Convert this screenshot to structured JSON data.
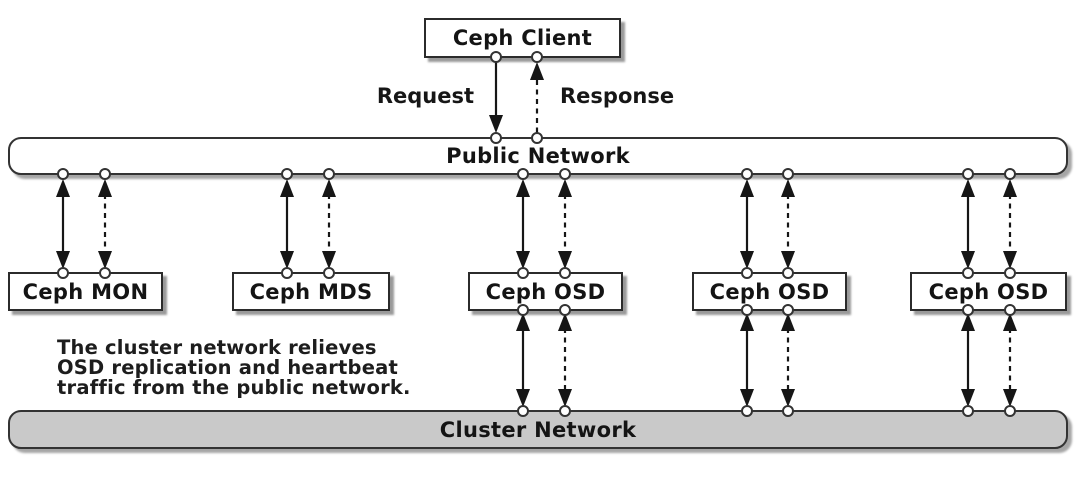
{
  "client": {
    "label": "Ceph Client"
  },
  "labels": {
    "request": "Request",
    "response": "Response"
  },
  "public_network": {
    "label": "Public Network"
  },
  "cluster_network": {
    "label": "Cluster Network"
  },
  "nodes": [
    {
      "label": "Ceph MON"
    },
    {
      "label": "Ceph MDS"
    },
    {
      "label": "Ceph OSD"
    },
    {
      "label": "Ceph OSD"
    },
    {
      "label": "Ceph OSD"
    }
  ],
  "note": {
    "lines": [
      "The cluster network relieves",
      "OSD replication and heartbeat",
      "traffic from the public network."
    ]
  },
  "colors": {
    "box_border": "#2b2b2b",
    "cluster_fill": "#c9c9c9",
    "arrow": "#161616",
    "connector_fill": "#ffffff"
  }
}
